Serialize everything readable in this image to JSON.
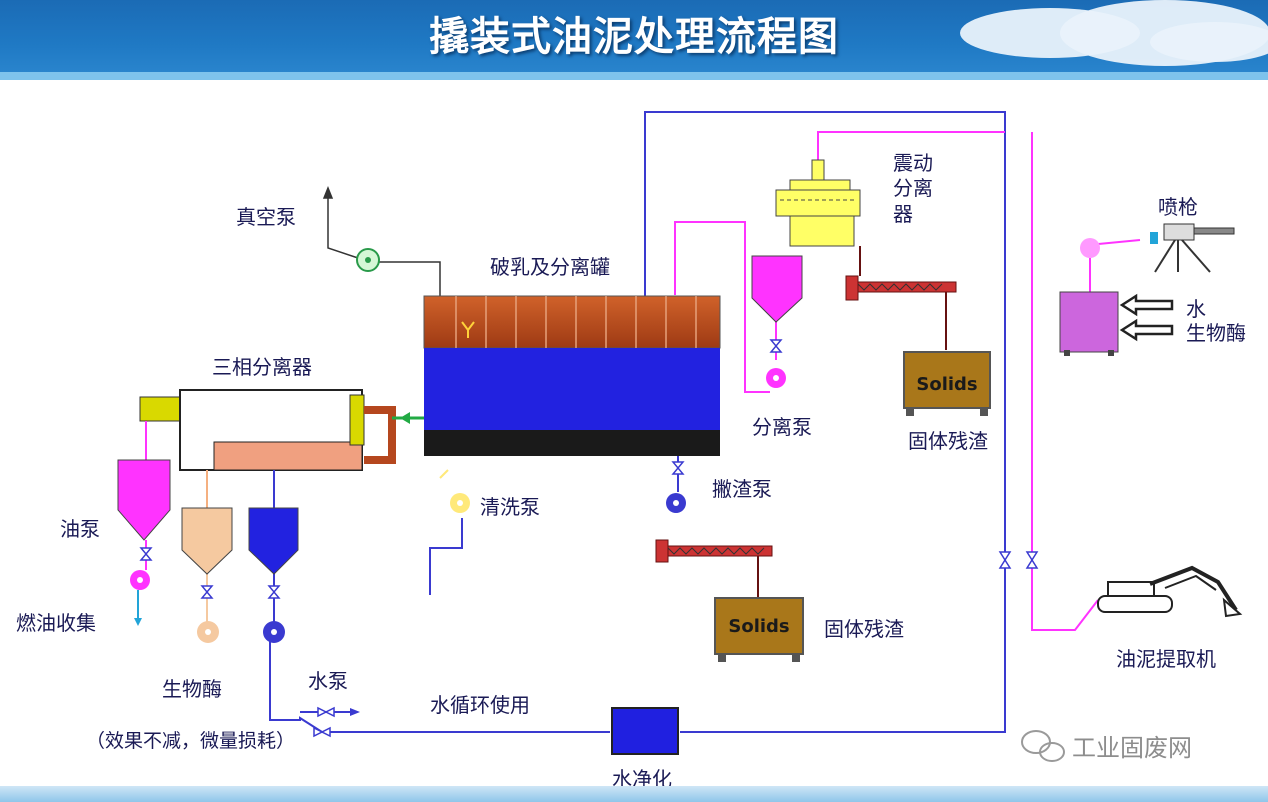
{
  "title": "撬装式油泥处理流程图",
  "labels": {
    "vacuum_pump": "真空泵",
    "breaking_tank": "破乳及分离罐",
    "vibrating_separator_1": "震动",
    "vibrating_separator_2": "分离",
    "vibrating_separator_3": "器",
    "spray_gun": "喷枪",
    "water": "水",
    "bio_enzyme_right": "生物酶",
    "three_phase_separator": "三相分离器",
    "separation_pump": "分离泵",
    "solid_residue_top": "固体残渣",
    "cleaning_pump": "清洗泵",
    "skimming_pump": "撇渣泵",
    "oil_pump": "油泵",
    "fuel_collection": "燃油收集",
    "solid_residue_bottom": "固体残渣",
    "sludge_extractor": "油泥提取机",
    "bio_enzyme_left": "生物酶",
    "water_pump": "水泵",
    "water_recycle": "水循环使用",
    "effect_note": "（效果不减，微量损耗）",
    "water_purification": "水净化",
    "solids_top": "Solids",
    "solids_bottom": "Solids"
  },
  "watermark": "工业固废网",
  "colors": {
    "header_blue": "#1f79c4",
    "tank_rust": "#b5471e",
    "water_blue": "#2020e0",
    "magenta": "#ff33ff",
    "line_blue": "#3838c8",
    "solids_box": "#a9771a",
    "orange_pump": "#f5c9a0"
  }
}
